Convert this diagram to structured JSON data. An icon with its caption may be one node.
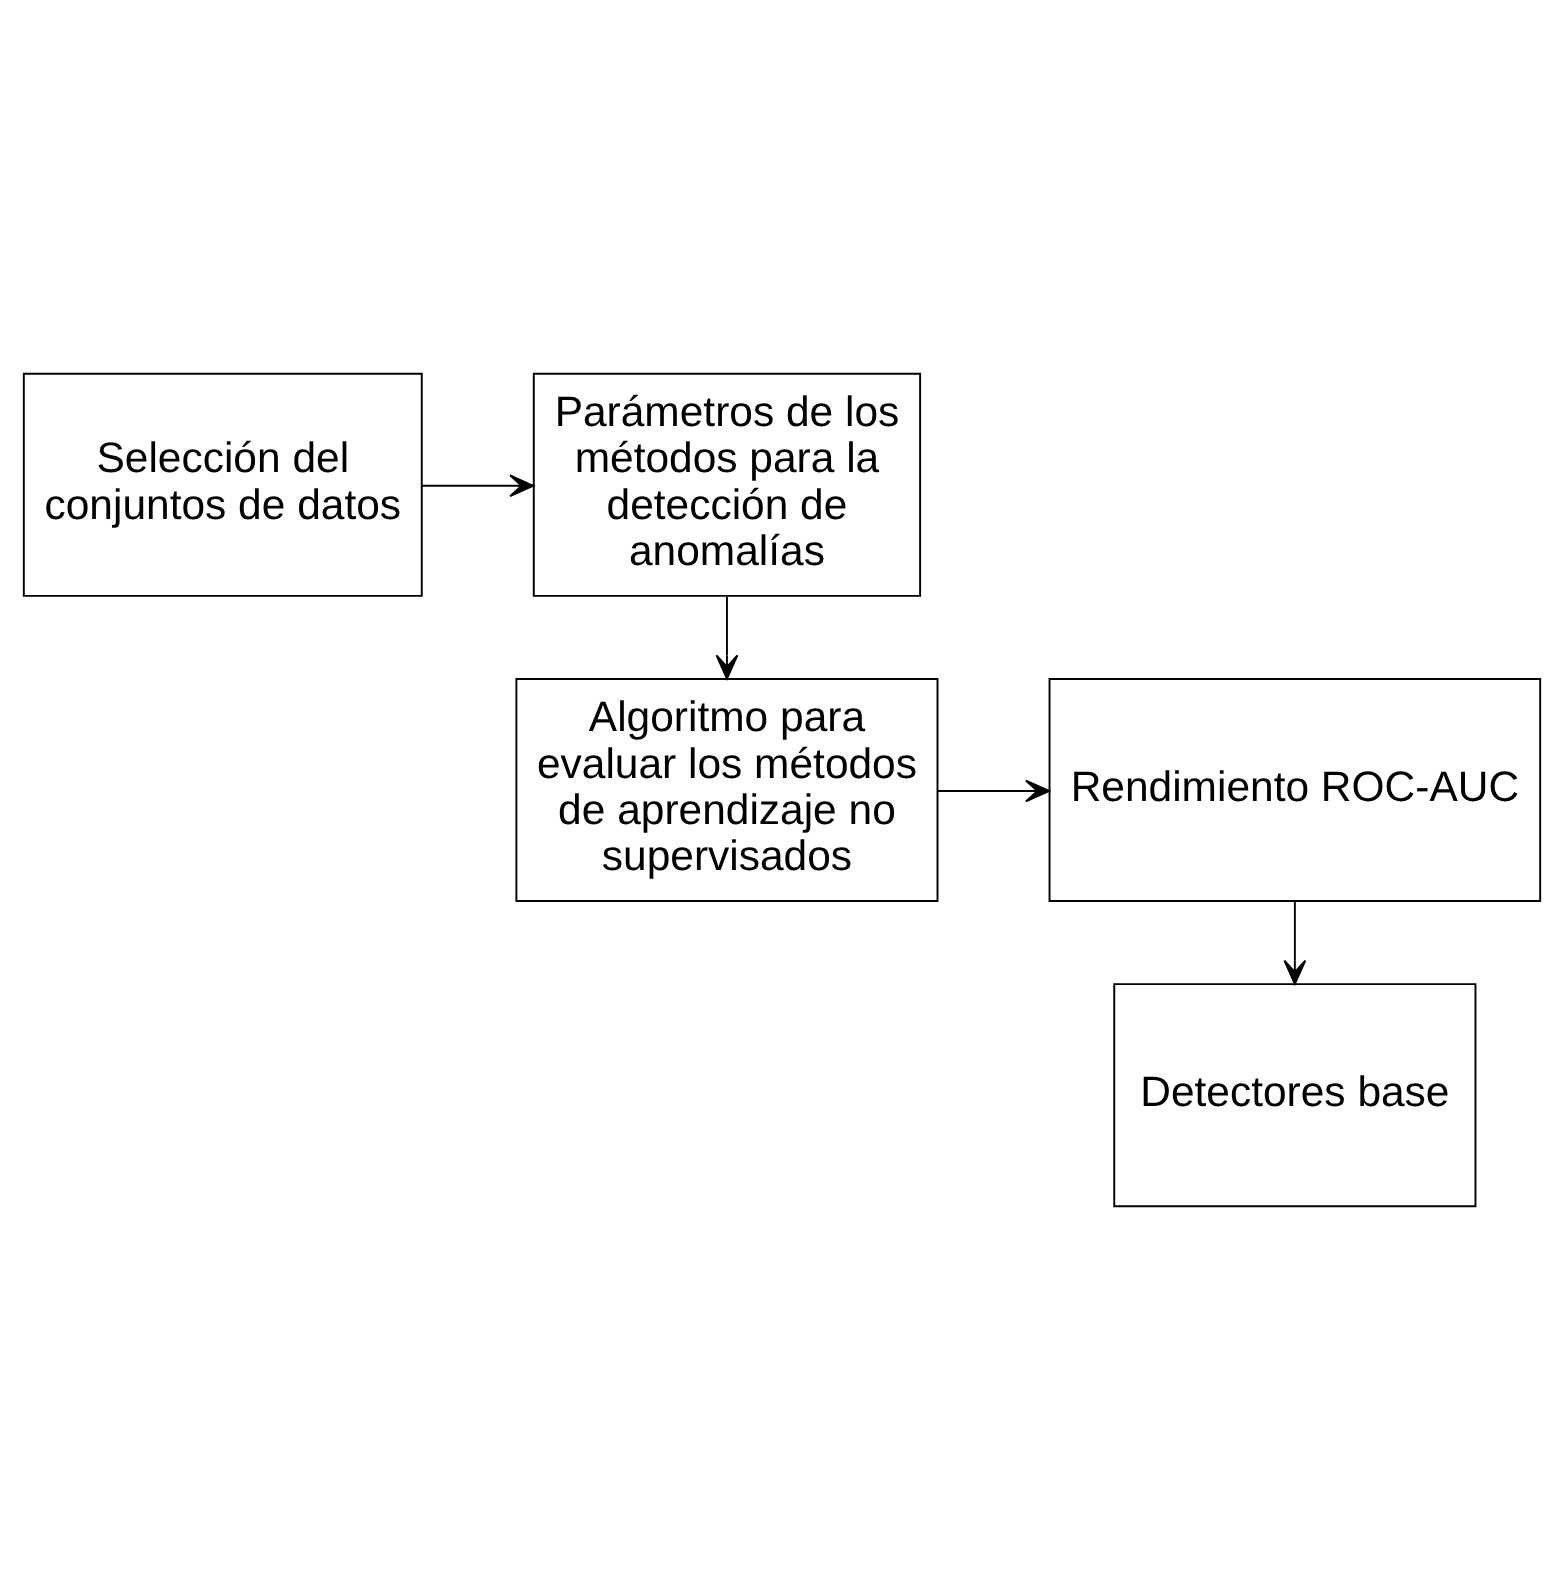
{
  "diagram": {
    "nodes": [
      {
        "text": [
          "Selección del conjuntos de datos"
        ]
      },
      {
        "text": [
          "Parámetros de los métodos para la detección de anomalías"
        ]
      },
      {
        "text": [
          "Algoritmo para evaluar los métodos de aprendizaje no supervisados"
        ]
      },
      {
        "text": [
          "Rendimiento ROC-AUC"
        ]
      },
      {
        "text": [
          "Detectores base"
        ]
      }
    ],
    "edges": [
      {
        "from": 0,
        "to": 1,
        "arrow": "to"
      },
      {
        "from": 1,
        "to": 2,
        "arrow": "to"
      },
      {
        "from": 2,
        "to": 3,
        "arrow": "to"
      },
      {
        "from": 3,
        "to": 4,
        "arrow": "to"
      }
    ]
  }
}
